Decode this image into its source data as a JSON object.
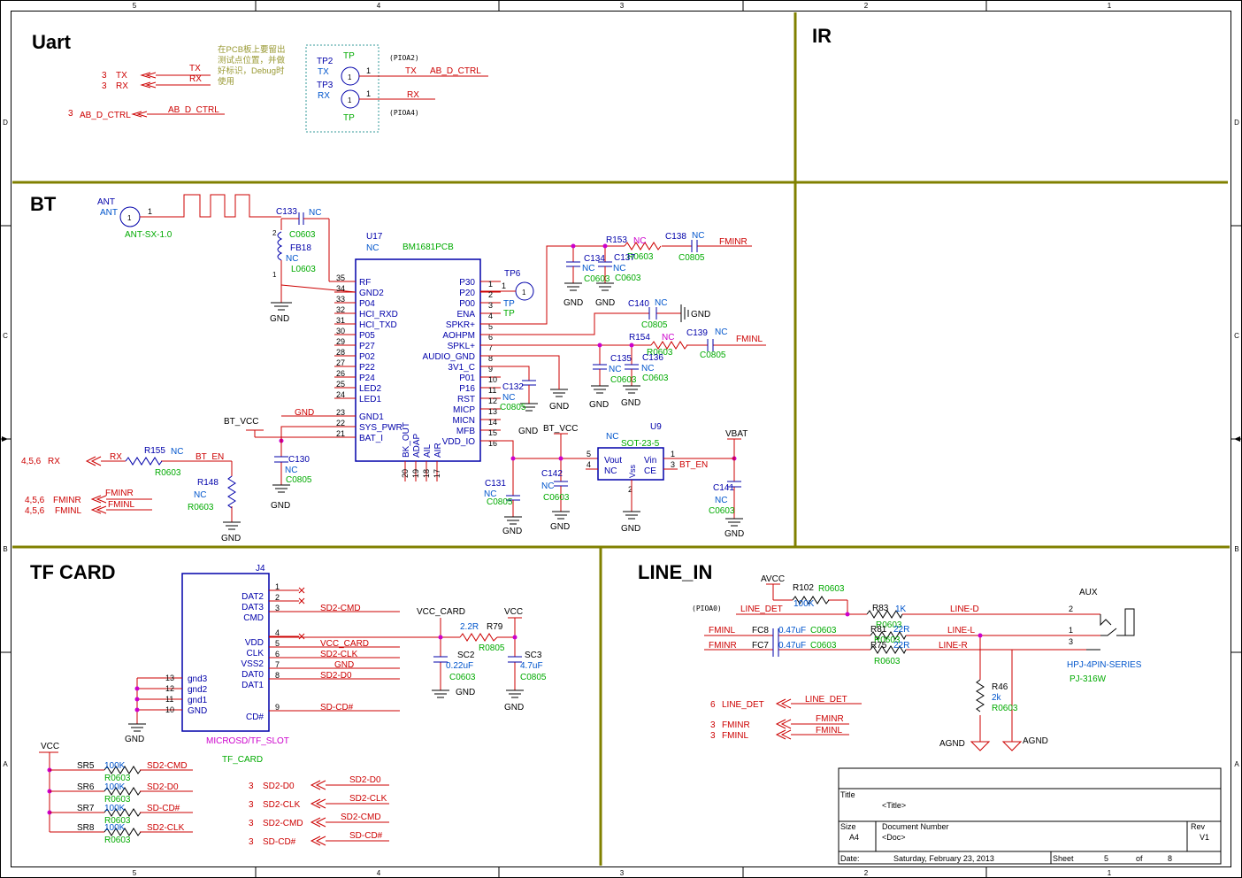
{
  "colors": {
    "wire": "#cc0000",
    "label_blue": "#0000aa",
    "part_green": "#00aa00",
    "nc_blue": "#0055cc",
    "pink": "#cc00cc",
    "divider": "#808000",
    "note_olive": "#999933",
    "frame": "#000000"
  },
  "border": {
    "columns": [
      "5",
      "4",
      "3",
      "2",
      "1"
    ],
    "rows": [
      "D",
      "C",
      "B",
      "A"
    ]
  },
  "uart": {
    "title": "Uart",
    "note_lines": [
      "在PCB板上要留出",
      "测试点位置，并做",
      "好标识，Debug时",
      "使用"
    ],
    "ports": [
      {
        "sheet": "3",
        "name": "TX",
        "net": "TX"
      },
      {
        "sheet": "3",
        "name": "RX",
        "net": "RX"
      },
      {
        "sheet": "3",
        "name": "AB_D_CTRL",
        "net": "AB_D_CTRL"
      }
    ],
    "tp2": {
      "ref": "TP2",
      "net": "TX",
      "type": "TP",
      "pin": "1",
      "wire": "TX",
      "wire2": "AB_D_CTRL",
      "pio": "(PIOA2)"
    },
    "tp3": {
      "ref": "TP3",
      "net": "RX",
      "type": "TP",
      "pin": "1",
      "wire": "RX",
      "pio": "(PIOA4)"
    }
  },
  "ir": {
    "title": "IR"
  },
  "bt": {
    "title": "BT",
    "ant": {
      "ref": "ANT",
      "net": "ANT",
      "pin": "1",
      "part": "ANT-SX-1.0",
      "trace_pin": "1"
    },
    "fb18": {
      "ref": "FB18",
      "nc": "NC",
      "part": "L0603",
      "pin_top": "2",
      "pin_bot": "1"
    },
    "c133": {
      "ref": "C133",
      "nc": "NC",
      "part": "C0603"
    },
    "u17": {
      "ref": "U17",
      "nc": "NC",
      "part": "BM1681PCB",
      "left_pins": [
        {
          "num": "35",
          "name": "RF"
        },
        {
          "num": "34",
          "name": "GND2"
        },
        {
          "num": "33",
          "name": "P04"
        },
        {
          "num": "32",
          "name": "HCI_RXD"
        },
        {
          "num": "31",
          "name": "HCI_TXD"
        },
        {
          "num": "30",
          "name": "P05"
        },
        {
          "num": "29",
          "name": "P27"
        },
        {
          "num": "28",
          "name": "P02"
        },
        {
          "num": "27",
          "name": "P22"
        },
        {
          "num": "26",
          "name": "P24"
        },
        {
          "num": "25",
          "name": "LED2"
        },
        {
          "num": "24",
          "name": "LED1"
        },
        {
          "num": "23",
          "name": "GND1"
        },
        {
          "num": "22",
          "name": "SYS_PWR"
        },
        {
          "num": "21",
          "name": "BAT_I"
        }
      ],
      "right_pins": [
        {
          "num": "1",
          "name": "P30"
        },
        {
          "num": "2",
          "name": "P20"
        },
        {
          "num": "3",
          "name": "P00"
        },
        {
          "num": "4",
          "name": "ENA"
        },
        {
          "num": "5",
          "name": "SPKR+"
        },
        {
          "num": "6",
          "name": "AOHPM"
        },
        {
          "num": "7",
          "name": "SPKL+"
        },
        {
          "num": "8",
          "name": "AUDIO_GND"
        },
        {
          "num": "9",
          "name": "3V1_C"
        },
        {
          "num": "10",
          "name": "P01"
        },
        {
          "num": "11",
          "name": "P16"
        },
        {
          "num": "12",
          "name": "RST"
        },
        {
          "num": "13",
          "name": "MICP"
        },
        {
          "num": "14",
          "name": "MICN"
        },
        {
          "num": "15",
          "name": "MFB"
        },
        {
          "num": "16",
          "name": "VDD_IO"
        }
      ],
      "bottom_pins": [
        {
          "num": "20",
          "name": "BK_OUT"
        },
        {
          "num": "19",
          "name": "ADAP"
        },
        {
          "num": "18",
          "name": "AIL"
        },
        {
          "num": "17",
          "name": "AIR"
        }
      ]
    },
    "tp6": {
      "ref": "TP6",
      "net": "TP",
      "type": "TP",
      "pin": "1"
    },
    "r153": {
      "ref": "R153",
      "nc": "NC",
      "part": "R0603"
    },
    "c138": {
      "ref": "C138",
      "nc": "NC",
      "part": "C0805"
    },
    "c134": {
      "ref": "C134",
      "nc": "NC",
      "part": "C0603"
    },
    "c137": {
      "ref": "C137",
      "nc": "NC",
      "part": "C0603"
    },
    "c140": {
      "ref": "C140",
      "nc": "NC",
      "part": "C0805"
    },
    "r154": {
      "ref": "R154",
      "nc": "NC",
      "part": "R0603"
    },
    "c139": {
      "ref": "C139",
      "nc": "NC",
      "part": "C0805"
    },
    "c135": {
      "ref": "C135",
      "nc": "NC",
      "part": "C0603"
    },
    "c136": {
      "ref": "C136",
      "nc": "NC",
      "part": "C0603"
    },
    "c132": {
      "ref": "C132",
      "nc": "NC",
      "part": "C0805"
    },
    "c130": {
      "ref": "C130",
      "nc": "NC",
      "part": "C0805"
    },
    "c131": {
      "ref": "C131",
      "nc": "NC",
      "part": "C0805"
    },
    "c142": {
      "ref": "C142",
      "nc": "NC",
      "part": "C0603"
    },
    "c141": {
      "ref": "C141",
      "nc": "NC",
      "part": "C0603"
    },
    "r155": {
      "ref": "R155",
      "nc": "NC",
      "part": "R0603"
    },
    "r148": {
      "ref": "R148",
      "nc": "NC",
      "part": "R0603"
    },
    "u9": {
      "ref": "U9",
      "nc": "NC",
      "part": "SOT-23-5",
      "vout": "Vout",
      "vin": "Vin",
      "ncpin": "NC",
      "ce": "CE",
      "vss": "Vss",
      "p5": "5",
      "p4": "4",
      "p2": "2",
      "p1": "1",
      "p3": "3"
    },
    "nets": {
      "gnd": "GND",
      "bt_vcc": "BT_VCC",
      "bt_vcc2": "BT_VCC",
      "vbat": "VBAT",
      "bt_en": "BT_EN",
      "bt_en2": "BT_EN",
      "fminr": "FMINR",
      "fminl": "FMINL",
      "rx": "RX"
    },
    "ports": [
      {
        "sheet": "4,5,6",
        "name": "RX"
      },
      {
        "sheet": "4,5,6",
        "name": "FMINR"
      },
      {
        "sheet": "4,5,6",
        "name": "FMINL"
      }
    ]
  },
  "tf": {
    "title": "TF CARD",
    "j4": {
      "ref": "J4",
      "part": "MICROSD/TF_SLOT",
      "value": "TF_CARD",
      "right_pins": [
        {
          "num": "1",
          "name": "DAT2",
          "net": ""
        },
        {
          "num": "2",
          "name": "DAT3",
          "net": ""
        },
        {
          "num": "3",
          "name": "CMD",
          "net": "SD2-CMD"
        },
        {
          "num": "4",
          "name": "VDD",
          "net": ""
        },
        {
          "num": "5",
          "name": "CLK",
          "net": "VCC_CARD"
        },
        {
          "num": "6",
          "name": "VSS2",
          "net": "SD2-CLK"
        },
        {
          "num": "7",
          "name": "DAT0",
          "net": "GND"
        },
        {
          "num": "8",
          "name": "DAT1",
          "net": "SD2-D0"
        },
        {
          "num": "9",
          "name": "CD#",
          "net": "SD-CD#"
        }
      ],
      "left_pins": [
        {
          "num": "13",
          "name": "gnd3"
        },
        {
          "num": "12",
          "name": "gnd2"
        },
        {
          "num": "11",
          "name": "gnd1"
        },
        {
          "num": "10",
          "name": "GND"
        }
      ]
    },
    "r79": {
      "ref": "R79",
      "value": "2.2R",
      "part": "R0805"
    },
    "sc2": {
      "ref": "SC2",
      "value": "0.22uF",
      "part": "C0603"
    },
    "sc3": {
      "ref": "SC3",
      "value": "4.7uF",
      "part": "C0805"
    },
    "nets": {
      "vcc_card": "VCC_CARD",
      "vcc": "VCC",
      "gnd": "GND",
      "vcc2": "VCC"
    },
    "pullups": [
      {
        "ref": "SR5",
        "value": "100K",
        "part": "R0603",
        "net": "SD2-CMD"
      },
      {
        "ref": "SR6",
        "value": "100K",
        "part": "R0603",
        "net": "SD2-D0"
      },
      {
        "ref": "SR7",
        "value": "100K",
        "part": "R0603",
        "net": "SD-CD#"
      },
      {
        "ref": "SR8",
        "value": "100K",
        "part": "R0603",
        "net": "SD2-CLK"
      }
    ],
    "ports": [
      {
        "sheet": "3",
        "name": "SD2-D0"
      },
      {
        "sheet": "3",
        "name": "SD2-CLK"
      },
      {
        "sheet": "3",
        "name": "SD2-CMD"
      },
      {
        "sheet": "3",
        "name": "SD-CD#"
      }
    ]
  },
  "line_in": {
    "title": "LINE_IN",
    "avcc": "AVCC",
    "pio": "(PIOA0)",
    "r102": {
      "ref": "R102",
      "value": "100K",
      "part": "R0603"
    },
    "r83": {
      "ref": "R83",
      "value": "1K",
      "part": "R0603"
    },
    "r81": {
      "ref": "R81",
      "value": "22R",
      "part": "R0603"
    },
    "r75": {
      "ref": "R75",
      "value": "22R",
      "part": "R0603"
    },
    "fc8": {
      "ref": "FC8",
      "value": "0.47uF",
      "part": "C0603"
    },
    "fc7": {
      "ref": "FC7",
      "value": "0.47uF",
      "part": "C0603"
    },
    "r46": {
      "ref": "R46",
      "value": "2k",
      "part": "R0603"
    },
    "aux": {
      "ref": "AUX",
      "part": "HPJ-4PIN-SERIES",
      "value": "PJ-316W",
      "p2": "2",
      "p1": "1",
      "p3": "3"
    },
    "nets": {
      "line_det": "LINE_DET",
      "line_d": "LINE-D",
      "line_l": "LINE-L",
      "line_r": "LINE-R",
      "fminl": "FMINL",
      "fminr": "FMINR",
      "agnd": "AGND",
      "agnd2": "AGND"
    },
    "ports": [
      {
        "sheet": "6",
        "name": "LINE_DET"
      },
      {
        "sheet": "3",
        "name": "FMINR"
      },
      {
        "sheet": "3",
        "name": "FMINL"
      }
    ]
  },
  "titleblock": {
    "title_label": "Title",
    "title_value": "<Title>",
    "size_label": "Size",
    "size_value": "A4",
    "doc_label": "Document Number",
    "doc_value": "<Doc>",
    "rev_label": "Rev",
    "rev_value": "V1",
    "date_label": "Date:",
    "date_value": "Saturday, February 23, 2013",
    "sheet_label": "Sheet",
    "sheet_value": "5",
    "of_label": "of",
    "of_value": "8"
  }
}
